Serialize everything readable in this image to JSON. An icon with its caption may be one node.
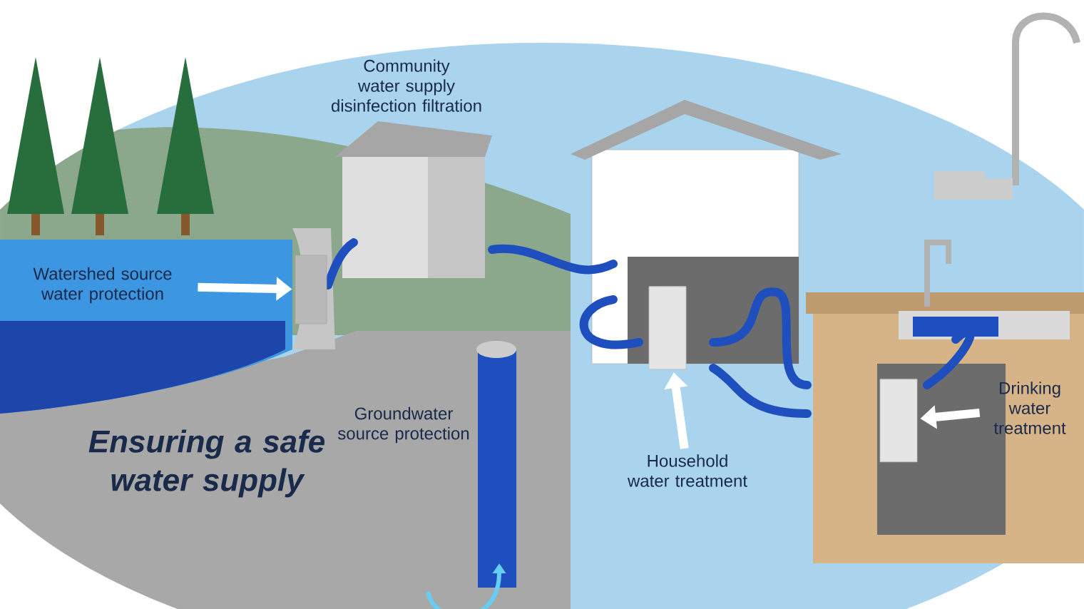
{
  "diagram": {
    "title": "Ensuring a safe water supply",
    "nodes": [
      {
        "text": [
          "Watershed source water protection"
        ]
      },
      {
        "text": [],
        "shape": "box"
      },
      {
        "text": [
          "Household water treatment"
        ]
      },
      {
        "text": [],
        "shape": "cylinder"
      },
      {
        "text": [
          "Drinking water treatment"
        ]
      },
      {
        "text": [],
        "shape": "cylinder"
      }
    ],
    "edges": [
      {
        "from": 0,
        "to": 1,
        "arrow": "to"
      },
      {
        "from": 2,
        "to": 3,
        "arrow": "to"
      },
      {
        "from": 4,
        "to": 5,
        "arrow": "to"
      }
    ],
    "labels": [
      "Community water supply disinfection filtration",
      "Groundwater source protection"
    ]
  }
}
